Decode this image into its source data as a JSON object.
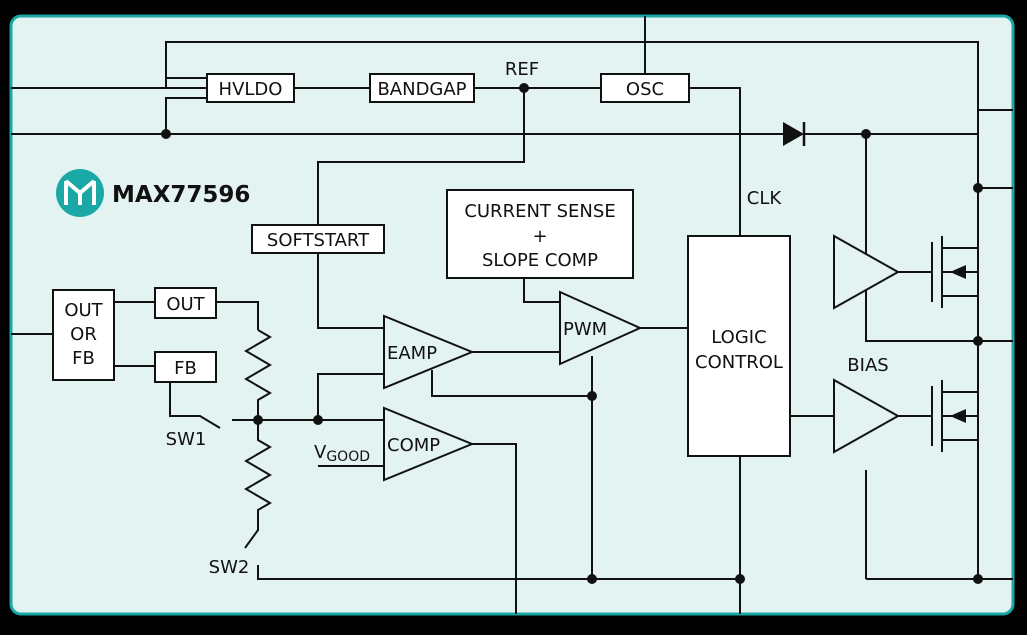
{
  "colors": {
    "background": "#000000",
    "panel": "#e3f3f2",
    "panel_border": "#1aa8a6",
    "logo": "#1aa8a6",
    "stroke": "#111111"
  },
  "logo": {
    "icon": "maxim-logo-icon",
    "text": "MAX77596"
  },
  "blocks": {
    "hvldo": "HVLDO",
    "bandgap": "BANDGAP",
    "osc": "OSC",
    "softstart": "SOFTSTART",
    "current_sense_line1": "CURRENT SENSE",
    "current_sense_line2": "+",
    "current_sense_line3": "SLOPE COMP",
    "out_or_fb_line1": "OUT",
    "out_or_fb_line2": "OR",
    "out_or_fb_line3": "FB",
    "out": "OUT",
    "fb": "FB",
    "logic_line1": "LOGIC",
    "logic_line2": "CONTROL"
  },
  "amps": {
    "eamp": "EAMP",
    "pwm": "PWM",
    "comp": "COMP"
  },
  "labels": {
    "ref": "REF",
    "clk": "CLK",
    "bias": "BIAS",
    "sw1": "SW1",
    "sw2": "SW2",
    "vgood_main": "V",
    "vgood_sub": "GOOD"
  }
}
